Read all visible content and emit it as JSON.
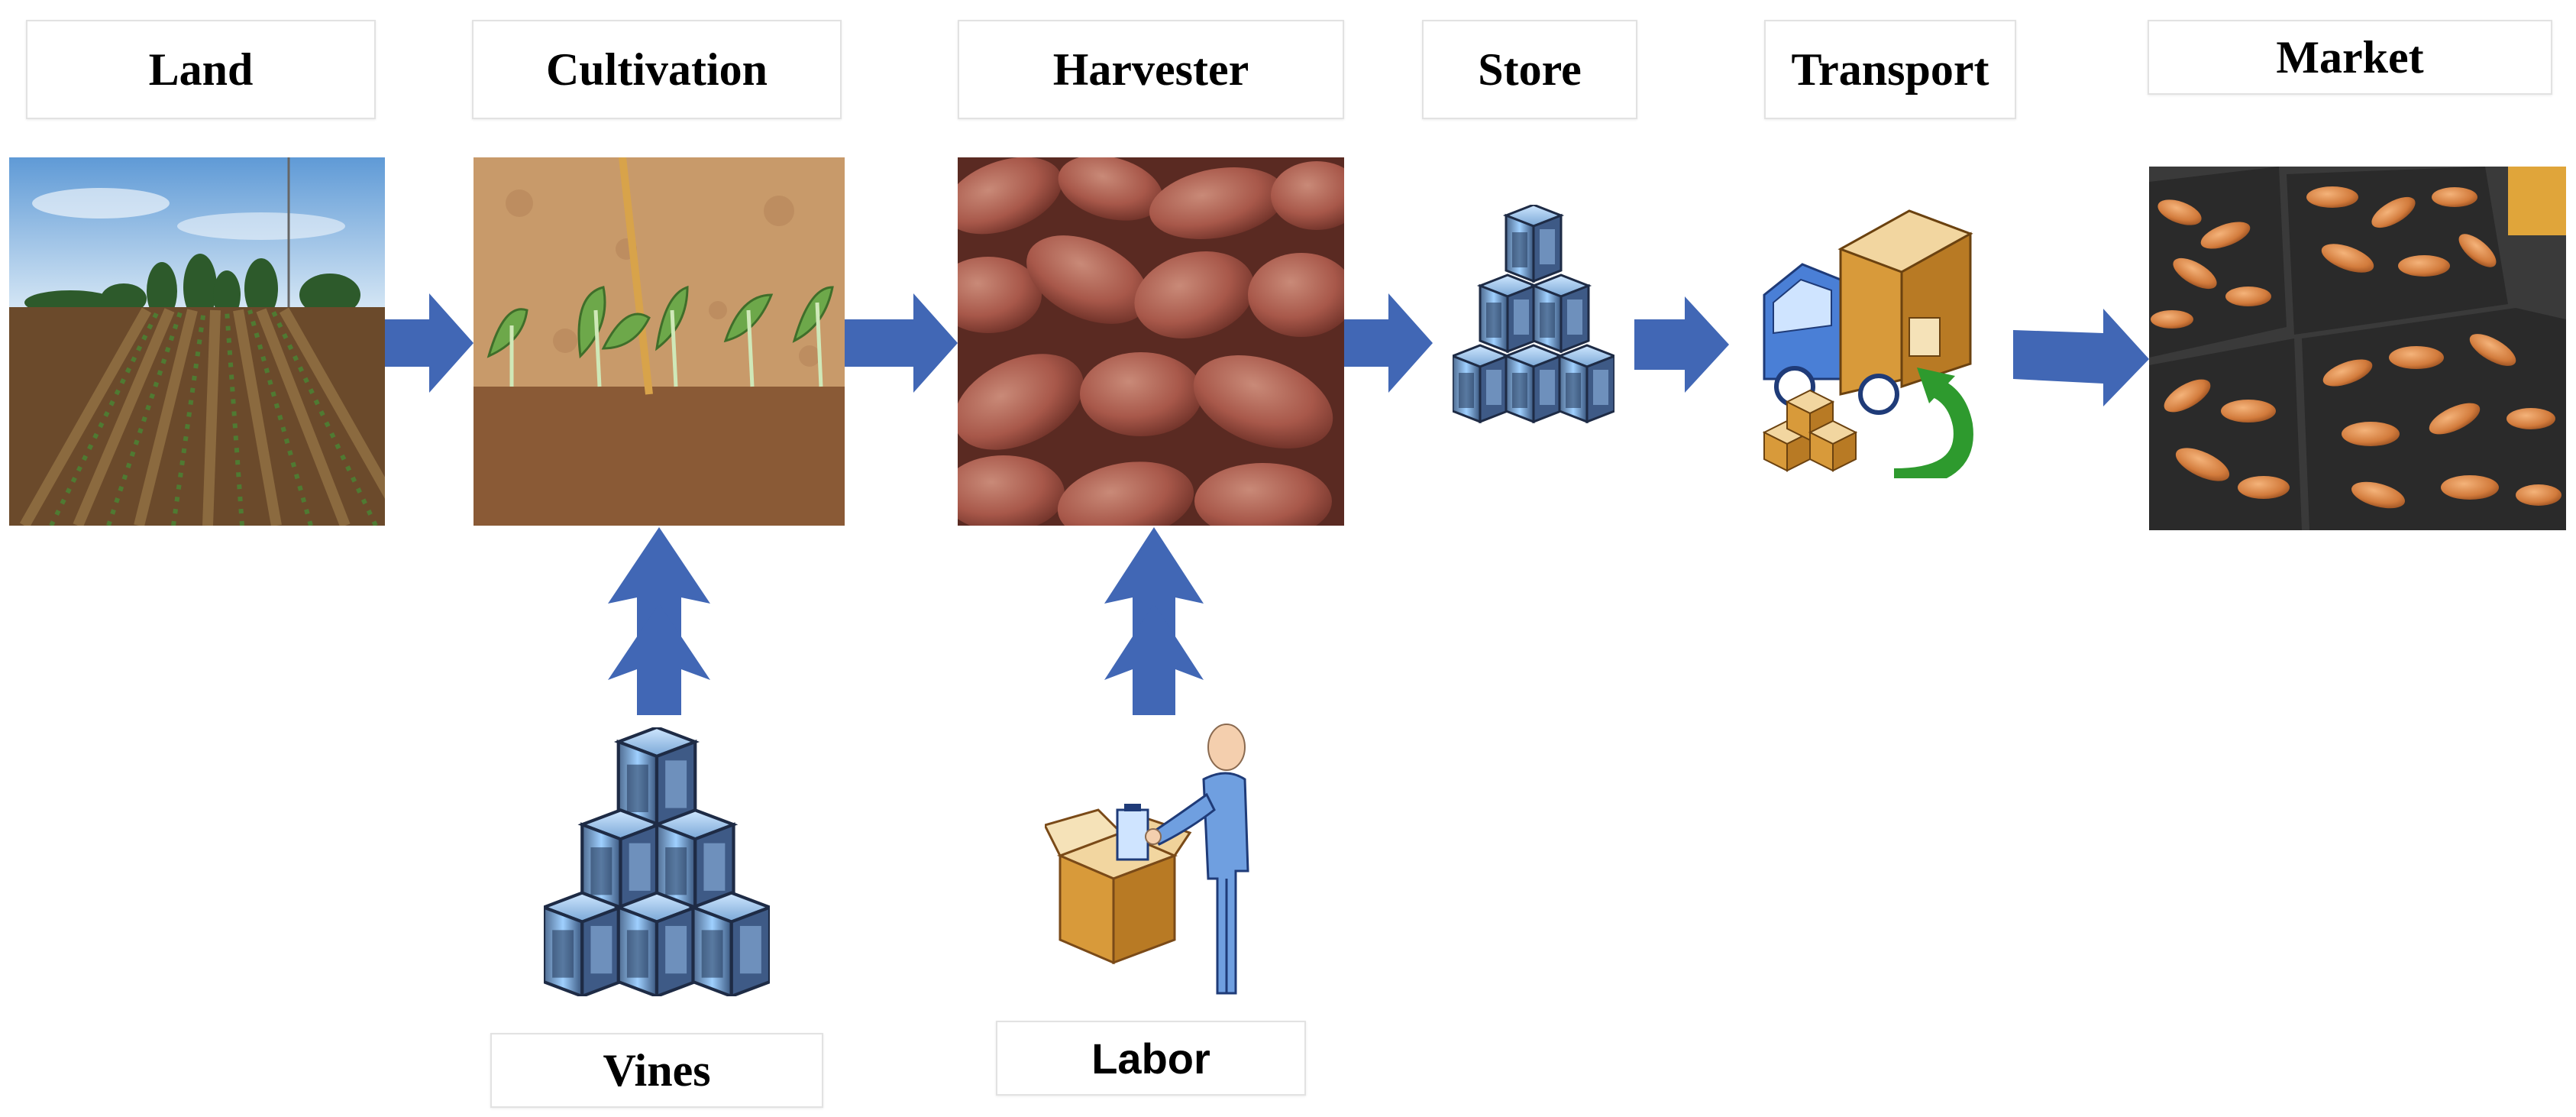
{
  "stages": {
    "land": "Land",
    "cultivation": "Cultivation",
    "harvester": "Harvester",
    "store": "Store",
    "transport": "Transport",
    "market": "Market"
  },
  "inputs": {
    "vines": "Vines",
    "labor": "Labor"
  },
  "colors": {
    "arrow": "#4167b5",
    "label_border": "#e2e2e2",
    "label_text": "#000000"
  },
  "icons": {
    "store": "stacked-boxes-icon",
    "transport": "delivery-truck-icon",
    "vines": "stacked-boxes-icon",
    "labor": "worker-with-box-icon"
  }
}
